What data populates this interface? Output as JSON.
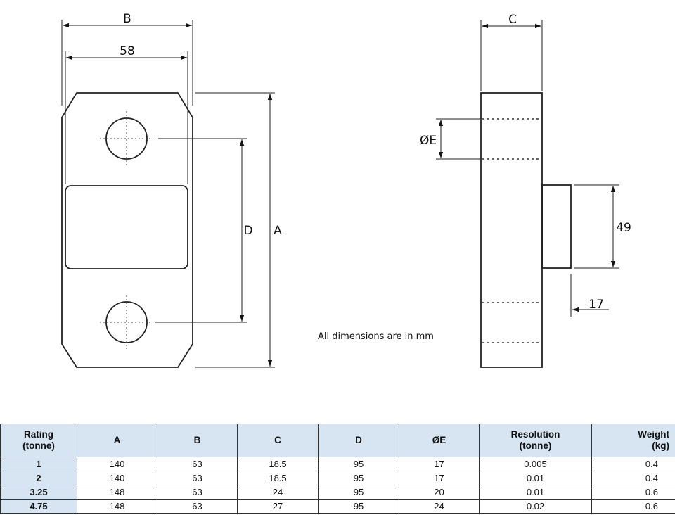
{
  "drawing": {
    "front_view": {
      "label_overall_width": "B",
      "label_inner_width": "58",
      "label_hole_spacing": "D",
      "label_overall_height": "A"
    },
    "side_view": {
      "label_thickness": "C",
      "label_hole_diameter": "ØE",
      "label_boss_height": "49",
      "label_boss_depth": "17"
    },
    "note": "All dimensions are in mm"
  },
  "table": {
    "headers": [
      [
        "Rating",
        "(tonne)"
      ],
      [
        "A"
      ],
      [
        "B"
      ],
      [
        "C"
      ],
      [
        "D"
      ],
      [
        "ØE"
      ],
      [
        "Resolution",
        "(tonne)"
      ],
      [
        "Weight",
        "(kg)"
      ]
    ],
    "rows": [
      [
        "1",
        "140",
        "63",
        "18.5",
        "95",
        "17",
        "0.005",
        "0.4"
      ],
      [
        "2",
        "140",
        "63",
        "18.5",
        "95",
        "17",
        "0.01",
        "0.4"
      ],
      [
        "3.25",
        "148",
        "63",
        "24",
        "95",
        "20",
        "0.01",
        "0.6"
      ],
      [
        "4.75",
        "148",
        "63",
        "27",
        "95",
        "24",
        "0.02",
        "0.6"
      ]
    ]
  }
}
